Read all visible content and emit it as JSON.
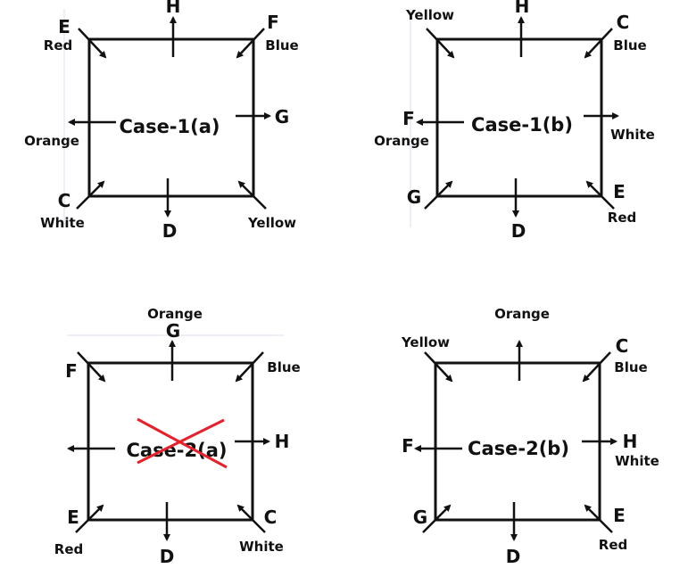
{
  "panels": [
    {
      "title": "Case-1(a)",
      "crossed_out": false,
      "labels": {
        "tl_letter": "E",
        "tl_color": "Red",
        "top": "H",
        "tr_letter": "F",
        "tr_color": "Blue",
        "left_color": "Orange",
        "right": "G",
        "bl_letter": "C",
        "bl_color": "White",
        "bottom": "D",
        "br_color": "Yellow"
      }
    },
    {
      "title": "Case-1(b)",
      "crossed_out": false,
      "labels": {
        "tl_color": "Yellow",
        "top": "H",
        "tr_letter": "C",
        "tr_color": "Blue",
        "left": "F",
        "left_color": "Orange",
        "right_color": "White",
        "bl_letter": "G",
        "br_letter": "E",
        "br_color": "Red",
        "bottom": "D"
      }
    },
    {
      "title": "Case-2(a)",
      "crossed_out": true,
      "cross_color": "#e8202a",
      "labels": {
        "top_color": "Orange",
        "top": "G",
        "tl_letter": "F",
        "tr_color": "Blue",
        "right": "H",
        "bl_letter": "E",
        "br_letter": "C",
        "bl_color": "Red",
        "br_color": "White",
        "bottom": "D"
      }
    },
    {
      "title": "Case-2(b)",
      "crossed_out": false,
      "labels": {
        "top_color": "Orange",
        "tl_color": "Yellow",
        "tr_letter": "C",
        "tr_color": "Blue",
        "left": "F",
        "right": "H",
        "right_color": "White",
        "bl_letter": "G",
        "br_letter": "E",
        "br_color": "Red",
        "bottom": "D"
      }
    }
  ]
}
